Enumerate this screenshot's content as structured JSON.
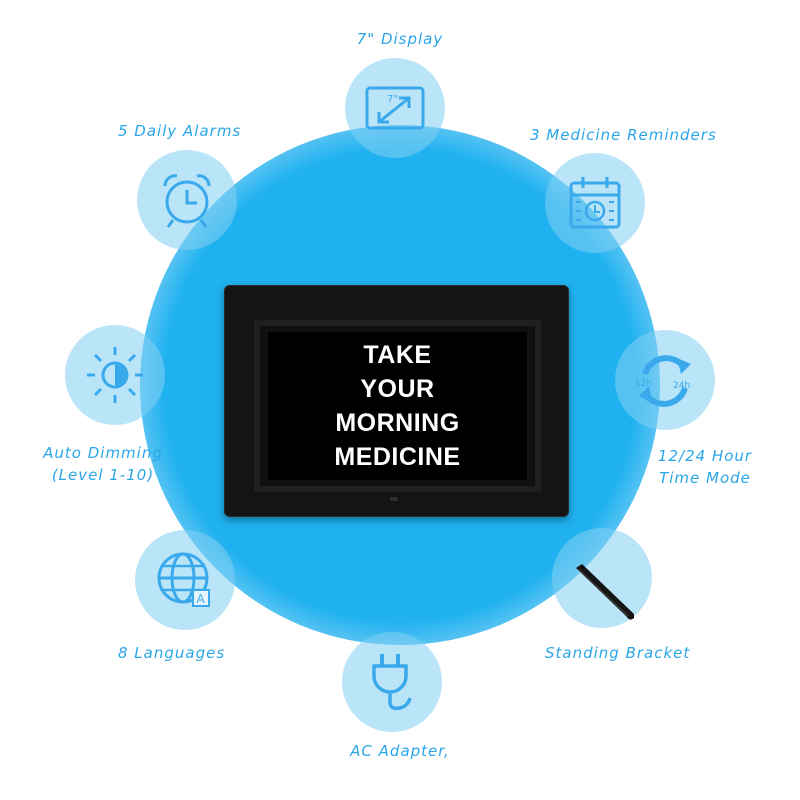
{
  "screen_message": [
    "TAKE",
    "YOUR",
    "MORNING",
    "MEDICINE"
  ],
  "features": {
    "display": {
      "label": "7\" Display",
      "icon_text": "7\"",
      "icon": "resize-arrows-icon"
    },
    "alarms": {
      "label": "5 Daily Alarms",
      "icon": "alarm-clock-icon"
    },
    "reminders": {
      "label": "3 Medicine Reminders",
      "icon": "calendar-clock-icon"
    },
    "time_mode": {
      "label_line1": "12/24 Hour",
      "label_line2": "Time Mode",
      "icon_text_a": "12h",
      "icon_text_b": "24h",
      "icon": "cycle-arrows-icon"
    },
    "dimming": {
      "label_line1": "Auto Dimming",
      "label_line2": "(Level 1-10)",
      "icon": "brightness-icon"
    },
    "bracket": {
      "label": "Standing Bracket",
      "icon": "bracket-icon"
    },
    "languages": {
      "label": "8 Languages",
      "icon_text": "A",
      "icon": "globe-icon"
    },
    "adapter": {
      "label": "AC Adapter,",
      "icon": "power-plug-icon"
    }
  },
  "colors": {
    "accent": "#1fb1f0",
    "label": "#2aa6e8",
    "icon_stroke": "#3aa9ec",
    "frame": "#141414"
  }
}
